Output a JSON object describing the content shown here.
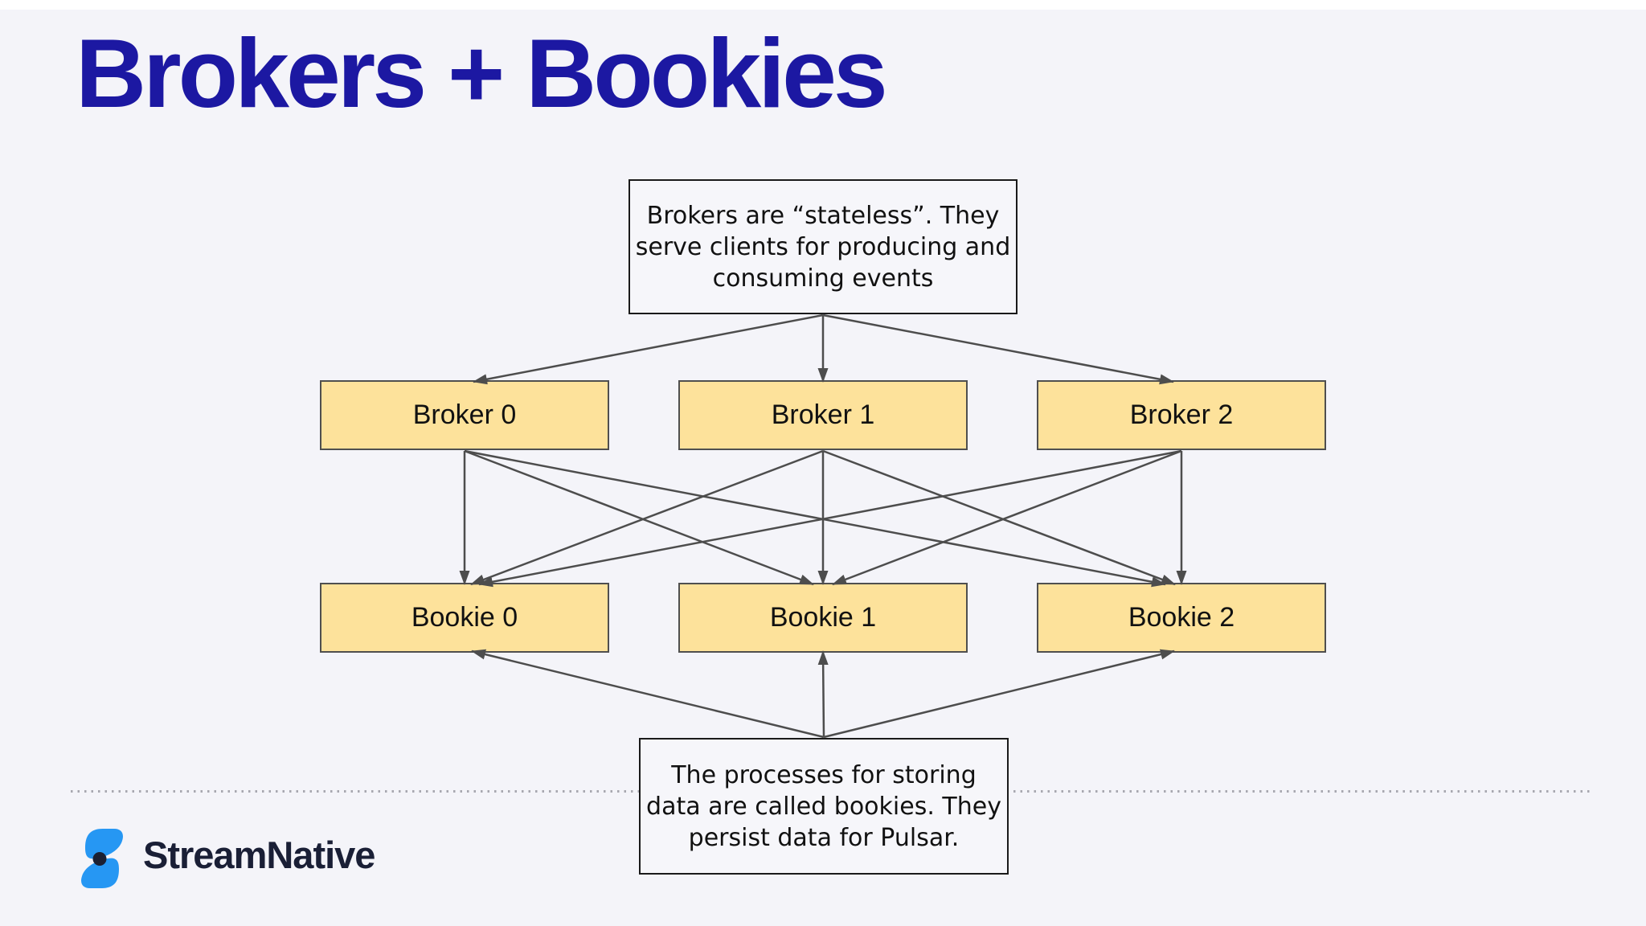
{
  "slide": {
    "title": "Brokers + Bookies"
  },
  "diagram": {
    "top_note": "Brokers are “stateless”. They\nserve clients for producing and\nconsuming events",
    "bottom_note": "The processes for storing\ndata are called bookies. They\npersist data for Pulsar.",
    "brokers": [
      {
        "label": "Broker 0"
      },
      {
        "label": "Broker 1"
      },
      {
        "label": "Broker 2"
      }
    ],
    "bookies": [
      {
        "label": "Bookie 0"
      },
      {
        "label": "Bookie 1"
      },
      {
        "label": "Bookie 2"
      }
    ],
    "edges": [
      "top-note -> Broker 0",
      "top-note -> Broker 1",
      "top-note -> Broker 2",
      "Broker 0 -> Bookie 0",
      "Broker 0 -> Bookie 1",
      "Broker 0 -> Bookie 2",
      "Broker 1 -> Bookie 0",
      "Broker 1 -> Bookie 1",
      "Broker 1 -> Bookie 2",
      "Broker 2 -> Bookie 0",
      "Broker 2 -> Bookie 1",
      "Broker 2 -> Bookie 2",
      "bottom-note -> Bookie 0",
      "bottom-note -> Bookie 1",
      "bottom-note -> Bookie 2"
    ]
  },
  "footer": {
    "brand": "StreamNative",
    "logo_icon": "streamnative-s-logo"
  },
  "colors": {
    "background": "#F4F4F9",
    "title": "#1C18A2",
    "node_fill": "#FDE29B",
    "node_border": "#4F4F4F",
    "note_fill": "#F6F6FA",
    "note_border": "#1A1A1A",
    "arrow": "#4D4D4D",
    "divider": "#A8A8B0",
    "brand_text": "#1A1F36",
    "logo_blue": "#2697F3",
    "logo_dot": "#1B2032"
  }
}
